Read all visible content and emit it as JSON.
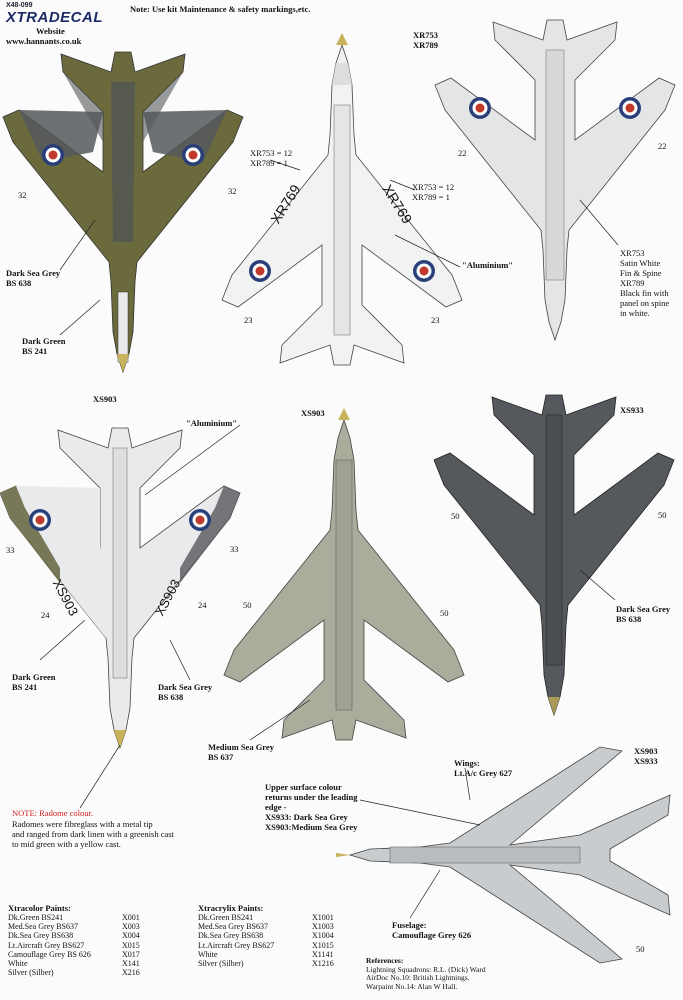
{
  "header": {
    "product_code": "X48-099",
    "brand": "XTRADECAL",
    "website_label": "Website",
    "website_url": "www.hannants.co.uk",
    "note": "Note: Use kit Maintenance & safety markings,etc."
  },
  "aircraft_serials": {
    "top_center": [
      "XR753",
      "XR789"
    ],
    "middle_left": "XS903",
    "middle_center": "XS903",
    "middle_right": "XS933",
    "bottom_right": [
      "XS903",
      "XS933"
    ]
  },
  "labels": {
    "dark_sea_grey_1": "Dark Sea Grey\nBS 638",
    "dark_green_1": "Dark Green\nBS 241",
    "xr_codes_left": "XR753 = 12\nXR789 = 1",
    "xr_codes_right": "XR753 = 12\nXR789 = 1",
    "aluminium_1": "\"Aluminium\"",
    "xr753_note": "XR753\nSatin White\nFin & Spine\nXR789\nBlack fin with\npanel on spine\nin white.",
    "aluminium_2": "\"Aluminium\"",
    "dark_green_2": "Dark Green\nBS 241",
    "dark_sea_grey_2": "Dark Sea Grey\nBS 638",
    "medium_sea_grey": "Medium Sea Grey\nBS 637",
    "dark_sea_grey_3": "Dark Sea Grey\nBS 638",
    "wings": "Wings:\nLt.A/c Grey 627",
    "upper_surface": "Upper surface colour\nreturns under the leading\nedge -\nXS933: Dark Sea Grey\nXS903:Medium Sea Grey",
    "fuselage": "Fuselage:\nCamouflage Grey 626"
  },
  "decal_numbers": {
    "a1_left": "32",
    "a1_right": "32",
    "a2_left": "23",
    "a2_right": "23",
    "a3_left": "22",
    "a3_right": "22",
    "a4_left": "33",
    "a4_right": "33",
    "a4_left_b": "24",
    "a4_right_b": "24",
    "a5_left": "50",
    "a5_right": "50",
    "a6_left": "50",
    "a6_right": "50",
    "a7_num": "50"
  },
  "fuselage_codes": {
    "a2_left": "XR769",
    "a2_right": "XR769",
    "a4_left": "XS903",
    "a4_right": "XS903"
  },
  "note": {
    "title": "NOTE: Radome colour.",
    "body": "Radomes were fibreglass with a metal tip\nand ranged from dark linen with a greenish cast\nto mid green with a yellow cast."
  },
  "xtracolor": {
    "heading": "Xtracolor Paints:",
    "rows": [
      [
        "Dk.Green BS241",
        "X001"
      ],
      [
        "Med.Sea Grey BS637",
        "X003"
      ],
      [
        "Dk.Sea Grey BS638",
        "X004"
      ],
      [
        "Lt.Aircraft Grey BS627",
        "X015"
      ],
      [
        "Camouflage Grey BS 626",
        "X017"
      ],
      [
        "White",
        "X141"
      ],
      [
        "Silver (Silber)",
        "X216"
      ]
    ]
  },
  "xtracrylix": {
    "heading": "Xtracrylix Paints:",
    "rows": [
      [
        "Dk.Green BS241",
        "X1001"
      ],
      [
        "Med.Sea Grey BS637",
        "X1003"
      ],
      [
        "Dk.Sea Grey BS638",
        "X1004"
      ],
      [
        "Lt.Aircraft Grey BS627",
        "X1015"
      ],
      [
        "White",
        "X1141"
      ],
      [
        "Silver (Silber)",
        "X1216"
      ]
    ]
  },
  "references": {
    "heading": "References:",
    "lines": [
      "Lightning Squadrons: R.L. (Dick) Ward",
      "AirDoc No.10: British Lightnings.",
      "Warpaint No.14: Alan W Hall."
    ]
  },
  "colors": {
    "dark_green": "#5b5a33",
    "dark_sea_grey": "#55585c",
    "medium_sea_grey": "#a7ad9c",
    "aluminium": "#e8e9ea",
    "light_grey": "#c9ccce",
    "roundel_red": "#c0392b",
    "roundel_blue": "#2a3f7a",
    "brand_blue": "#1c2a66"
  }
}
